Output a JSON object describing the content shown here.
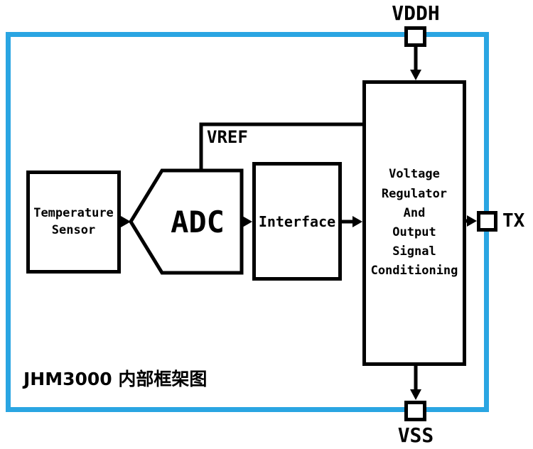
{
  "diagram": {
    "title": "JHM3000 内部框架图",
    "pins": {
      "vddh": "VDDH",
      "vss": "VSS",
      "tx": "TX"
    },
    "nets": {
      "vref": "VREF"
    },
    "blocks": {
      "temperature_sensor": "Temperature\nSensor",
      "adc": "ADC",
      "interface": "Interface",
      "regulator": "Voltage\nRegulator\nAnd\nOutput\nSignal\nConditioning"
    },
    "colors": {
      "frame_blue": "#2AA5E2",
      "line_black": "#000000",
      "background": "#FFFFFF"
    }
  }
}
